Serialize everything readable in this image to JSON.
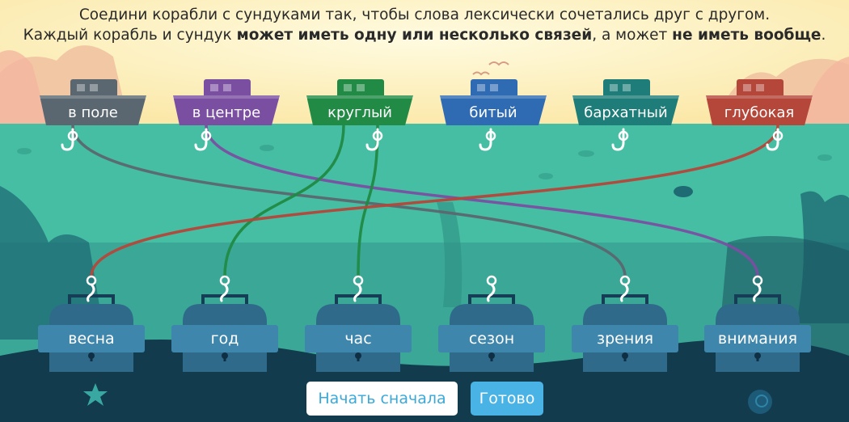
{
  "instructions": {
    "line1": "Соедини корабли с сундуками так, чтобы слова лексически сочетались друг с другом.",
    "line2_a": "Каждый корабль и сундук ",
    "line2_b": "может иметь одну или несколько связей",
    "line2_c": ", а может ",
    "line2_d": "не иметь вообще",
    "line2_e": "."
  },
  "ships": [
    {
      "label": "в поле",
      "color": "#5b6770"
    },
    {
      "label": "в центре",
      "color": "#7a4fa2"
    },
    {
      "label": "круглый",
      "color": "#218a45"
    },
    {
      "label": "битый",
      "color": "#2f6bb3"
    },
    {
      "label": "бархатный",
      "color": "#1e7d78"
    },
    {
      "label": "глубокая",
      "color": "#b4473a"
    }
  ],
  "chests": [
    {
      "label": "весна"
    },
    {
      "label": "год"
    },
    {
      "label": "час"
    },
    {
      "label": "сезон"
    },
    {
      "label": "зрения"
    },
    {
      "label": "внимания"
    }
  ],
  "connections": [
    {
      "ship": 0,
      "chest": 4
    },
    {
      "ship": 1,
      "chest": 5
    },
    {
      "ship": 2,
      "chest": 1
    },
    {
      "ship": 2,
      "chest": 2
    },
    {
      "ship": 5,
      "chest": 0
    }
  ],
  "buttons": {
    "restart": "Начать сначала",
    "done": "Готово"
  },
  "colors": {
    "water": "#46bea3",
    "sky": "#fdf3c8",
    "chest_body": "#3a7a9c",
    "button_accent": "#4ab3e6"
  }
}
